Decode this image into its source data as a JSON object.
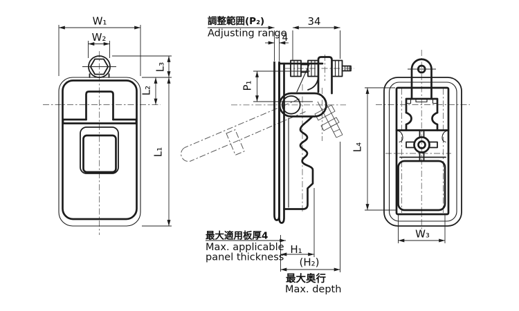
{
  "figure": {
    "background": "#ffffff",
    "line_color": "#1c1c1c",
    "centerline_color": "#6b6b6b"
  },
  "dim_labels": {
    "w1": "W₁",
    "w2": "W₂",
    "w3": "W₃",
    "l1": "L₁",
    "l2": "L₂",
    "l3": "L₃",
    "l4": "L₄",
    "p1": "P₁",
    "h1": "H₁",
    "h2": "(H₂)",
    "d34": "34",
    "d4": "4"
  },
  "annotations": {
    "adjusting_range": {
      "jp": "調整範囲(P₂)",
      "en": "Adjusting range"
    },
    "max_panel": {
      "jp": "最大適用板厚4",
      "en_line1": "Max. applicable",
      "en_line2": "panel thickness"
    },
    "max_depth": {
      "jp": "最大奥行",
      "en": "Max. depth"
    }
  }
}
